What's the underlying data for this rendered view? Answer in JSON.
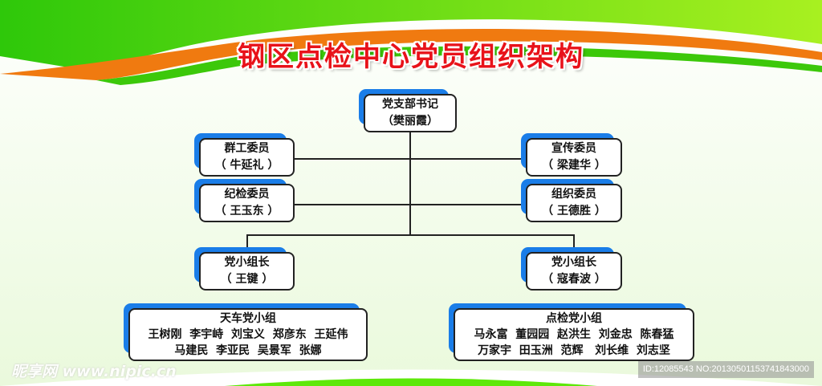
{
  "title": "钢区点检中心党员组织架构",
  "secretary": {
    "role": "党支部书记",
    "name": "（樊丽霞）"
  },
  "left": [
    {
      "role": "群工委员",
      "name": "（ 牛延礼 ）"
    },
    {
      "role": "纪检委员",
      "name": "（ 王玉东 ）"
    }
  ],
  "right": [
    {
      "role": "宣传委员",
      "name": "（ 梁建华 ）"
    },
    {
      "role": "组织委员",
      "name": "（ 王德胜 ）"
    }
  ],
  "leaders": [
    {
      "role": "党小组长",
      "name": "（ 王键 ）"
    },
    {
      "role": "党小组长",
      "name": "（ 寇春波 ）"
    }
  ],
  "groups": [
    {
      "name": "天车党小组",
      "line1": "王树刚  李宇峙  刘宝义  郑彦东  王延伟",
      "line2": "马建民  李亚民  吴景军  张娜"
    },
    {
      "name": "点检党小组",
      "line1": "马永富  董园园  赵洪生  刘金忠  陈春猛",
      "line2": "万家宇  田玉洲  范辉   刘长维  刘志坚"
    }
  ],
  "watermark": {
    "logo": "昵享网 www.nipic.cn",
    "id": "ID:12085543 NO:20130501153741843000"
  },
  "colors": {
    "accent": "#1a7de8",
    "title": "#e8121a",
    "green": "#4cd20a",
    "orange": "#f07a10"
  }
}
